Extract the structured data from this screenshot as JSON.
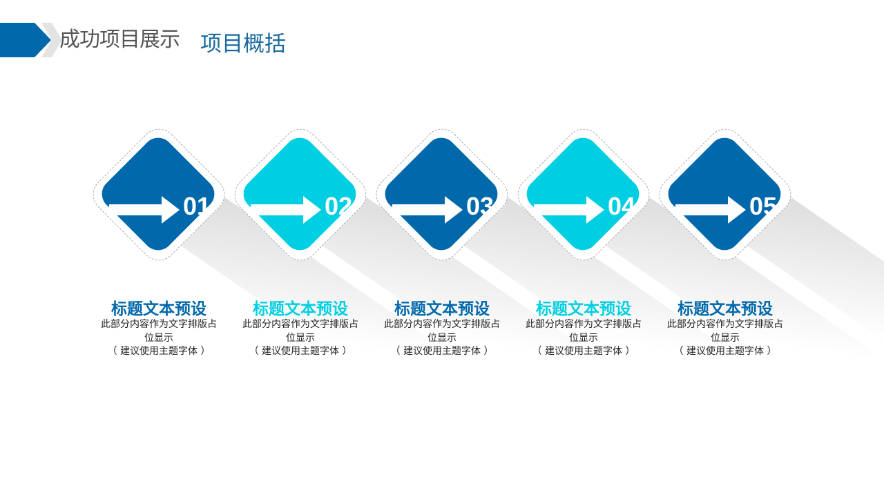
{
  "header": {
    "title": "成功项目展示",
    "overlay_title": "项目概括",
    "accent": "#0068ab"
  },
  "colors": {
    "dark": "#0068ab",
    "light": "#00cfe3"
  },
  "steps": [
    {
      "number": "01",
      "title": "标题文本预设",
      "desc_line1": "此部分内容作为文字排版占",
      "desc_line2": "位显示",
      "desc_line3": "（ 建议使用主题字体 ）",
      "color": "#0068ab",
      "icon": "arrow-right-icon"
    },
    {
      "number": "02",
      "title": "标题文本预设",
      "desc_line1": "此部分内容作为文字排版占",
      "desc_line2": "位显示",
      "desc_line3": "（ 建议使用主题字体 ）",
      "color": "#00cfe3",
      "icon": "arrow-right-icon"
    },
    {
      "number": "03",
      "title": "标题文本预设",
      "desc_line1": "此部分内容作为文字排版占",
      "desc_line2": "位显示",
      "desc_line3": "（ 建议使用主题字体 ）",
      "color": "#0068ab",
      "icon": "arrow-right-icon"
    },
    {
      "number": "04",
      "title": "标题文本预设",
      "desc_line1": "此部分内容作为文字排版占",
      "desc_line2": "位显示",
      "desc_line3": "（ 建议使用主题字体 ）",
      "color": "#00cfe3",
      "icon": "arrow-right-icon"
    },
    {
      "number": "05",
      "title": "标题文本预设",
      "desc_line1": "此部分内容作为文字排版占",
      "desc_line2": "位显示",
      "desc_line3": "（ 建议使用主题字体 ）",
      "color": "#0068ab",
      "icon": "arrow-right-icon"
    }
  ]
}
